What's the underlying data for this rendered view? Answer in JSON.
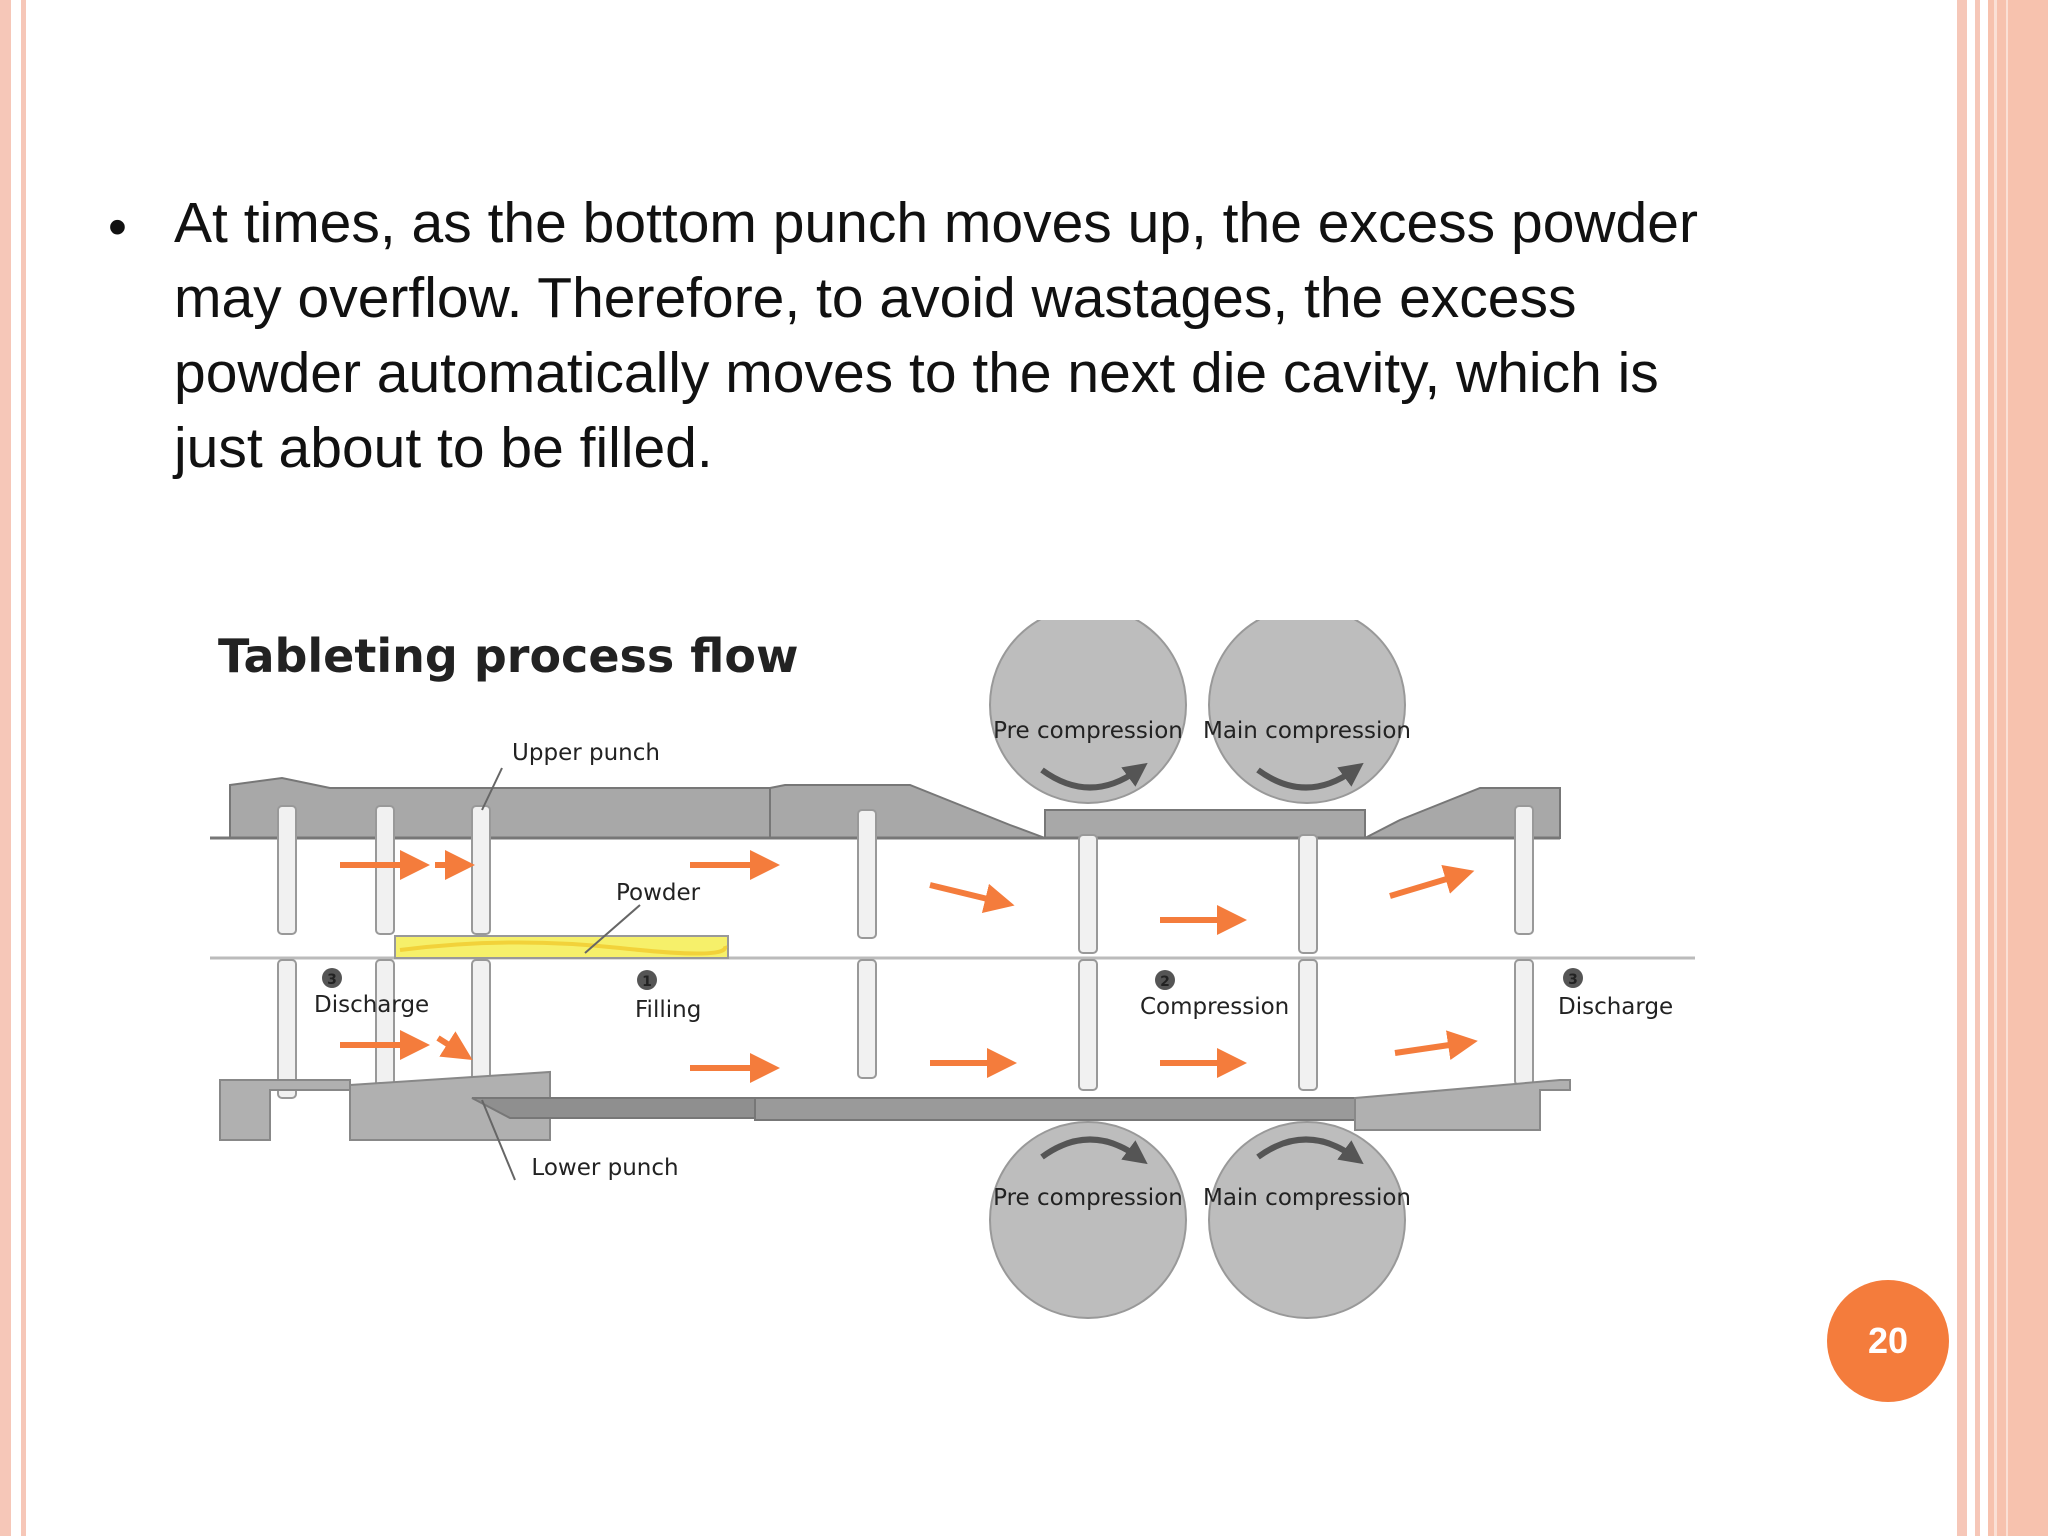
{
  "slide": {
    "bullet_text": "At times, as the bottom punch moves up, the excess powder\nmay overflow. Therefore, to avoid wastages, the excess\npowder automatically moves to the next die cavity, which is\njust about to be filled.",
    "page_number": "20"
  },
  "diagram": {
    "title": "Tableting process flow",
    "labels": {
      "upper_punch": "Upper punch",
      "powder": "Powder",
      "lower_punch": "Lower punch",
      "pre_compression_top": "Pre compression",
      "main_compression_top": "Main compression",
      "pre_compression_bottom": "Pre compression",
      "main_compression_bottom": "Main compression"
    },
    "stages": [
      {
        "number": "3",
        "label": "Discharge"
      },
      {
        "number": "1",
        "label": "Filling"
      },
      {
        "number": "2",
        "label": "Compression"
      },
      {
        "number": "3",
        "label": "Discharge"
      }
    ]
  },
  "colors": {
    "frame": "#f6c7b8",
    "arrow": "#f47c3c",
    "badge": "#f47c3c",
    "rail": "#8f8f8f",
    "roller": "#bdbdbd",
    "powder": "#f6f06a"
  }
}
